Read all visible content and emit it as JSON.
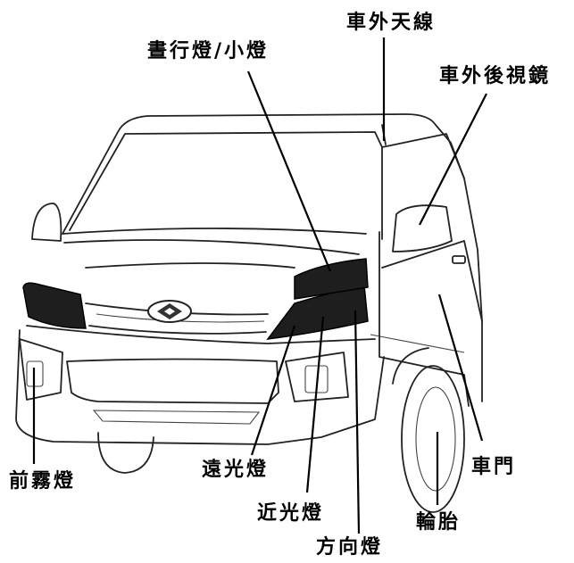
{
  "labels": {
    "antenna": "車外天線",
    "drl": "晝行燈/小燈",
    "mirror": "車外後視鏡",
    "fog": "前霧燈",
    "high_beam": "遠光燈",
    "low_beam": "近光燈",
    "turn_signal": "方向燈",
    "door": "車門",
    "tire": "輪胎"
  }
}
